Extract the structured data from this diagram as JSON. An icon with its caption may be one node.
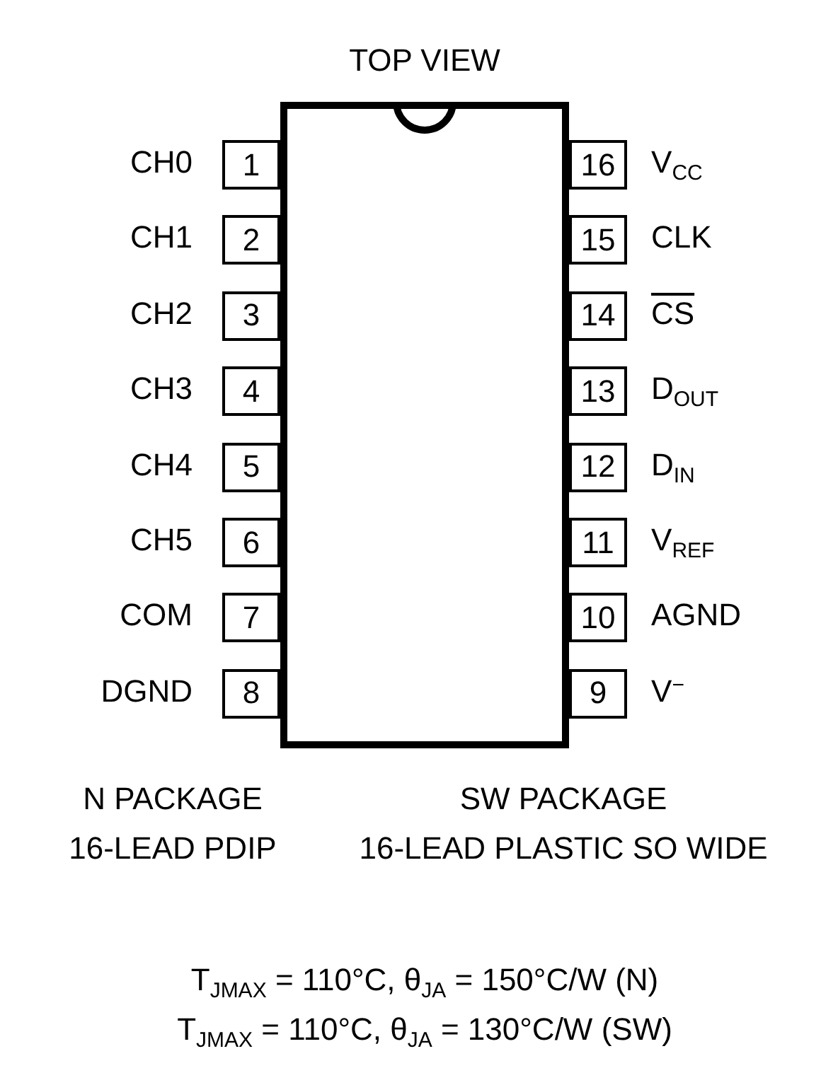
{
  "diagram": {
    "nodes": [
      {
        "text": [],
        "shape": "box"
      },
      {
        "text": [
          "1"
        ],
        "beside": [
          "CH0"
        ]
      },
      {
        "text": [
          "2"
        ],
        "beside": [
          "CH1"
        ]
      },
      {
        "text": [
          "3"
        ],
        "beside": [
          "CH2"
        ]
      },
      {
        "text": [
          "4"
        ],
        "beside": [
          "CH3"
        ]
      },
      {
        "text": [
          "5"
        ],
        "beside": [
          "CH4"
        ]
      },
      {
        "text": [
          "6"
        ],
        "beside": [
          "CH5"
        ]
      },
      {
        "text": [
          "7"
        ],
        "beside": [
          "COM"
        ]
      },
      {
        "text": [
          "8"
        ],
        "beside": [
          "DGND"
        ]
      },
      {
        "text": [
          "9"
        ],
        "beside": [
          "V$^{−}$"
        ]
      },
      {
        "text": [
          "10"
        ],
        "beside": [
          "AGND"
        ]
      },
      {
        "text": [
          "11"
        ],
        "beside": [
          "V$_{REF}$"
        ]
      },
      {
        "text": [
          "12"
        ],
        "beside": [
          "D$_{IN}$"
        ]
      },
      {
        "text": [
          "13"
        ],
        "beside": [
          "D$_{OUT}$"
        ]
      },
      {
        "text": [
          "14"
        ],
        "beside": [
          "CS"
        ]
      },
      {
        "text": [
          "15"
        ],
        "beside": [
          "CLK"
        ]
      },
      {
        "text": [
          "16"
        ],
        "beside": [
          "V$_{CC}$"
        ]
      }
    ],
    "labels": [
      "TOP VIEW",
      "N PACKAGE",
      "SW PACKAGE",
      "16-LEAD PDIP",
      "16-LEAD PLASTIC SO WIDE",
      "T$_{JMAX}$ = 110°C, θ$_{JA}$ = 150°C/W (N)",
      "T$_{JMAX}$ = 110°C, θ$_{JA}$ = 130°C/W (SW)"
    ]
  }
}
